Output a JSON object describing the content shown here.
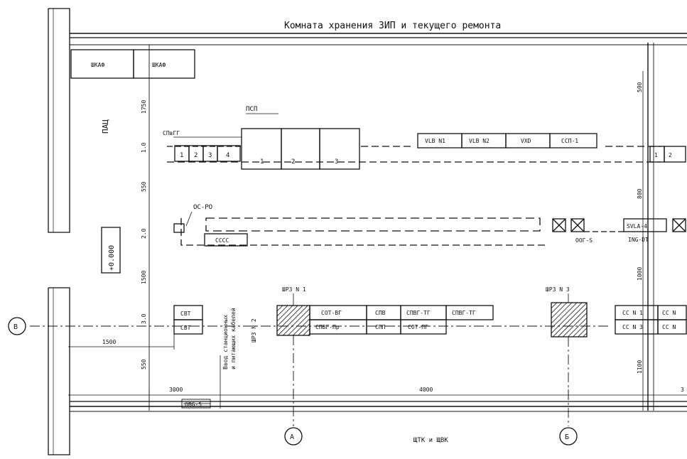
{
  "title": "Комната хранения ЗИП и текущего ремонта",
  "bottom_room": "ЩТК и ЩВК",
  "left_label": "ПАЦ",
  "level_mark": "+0.000",
  "cabinets": [
    "ШКАФ",
    "ШКАФ"
  ],
  "labels": {
    "psp": "ПСП",
    "spvg": "СПвГГ",
    "os_ro": "ОС-РО",
    "osf_s": "ООГ-S",
    "ingdt": "ING-DT",
    "shrz1": "ШРЗ N 1",
    "shrz2": "ШРЗ N 2",
    "shrz3": "ШРЗ N 3",
    "cable_entry_1": "Ввод станционных",
    "cable_entry_2": "и питающих кабелей",
    "ovg": "ОВG-5"
  },
  "row1": {
    "small_boxes": [
      "1",
      "2",
      "3",
      "4"
    ],
    "big_boxes": [
      "1",
      "2",
      "3"
    ],
    "racks": [
      "VLB N1",
      "VLB N2",
      "VXD",
      "ССП-1"
    ],
    "right_boxes": [
      "1",
      "2"
    ]
  },
  "row2": {
    "box": "СССС",
    "right_box": "SVLA-4"
  },
  "row3": {
    "left_boxes": [
      "СВТ",
      "СВТ"
    ],
    "top_boxes": [
      "СОТ-ВГ",
      "СПВ",
      "СПВГ-ТГ",
      "СПВГ-ТГ"
    ],
    "bottom_boxes": [
      "СПВГ-Пр",
      "СПП",
      "СОТ-ПГ"
    ],
    "right_top": [
      "СС N 1",
      "СС N"
    ],
    "right_bottom": [
      "СС N 3",
      "СС N"
    ]
  },
  "dimensions": {
    "v_left": [
      "1750",
      "1.0",
      "550",
      "2.0",
      "1500",
      "3.0",
      "550"
    ],
    "v_right": [
      "500",
      "800",
      "1000",
      "1100"
    ],
    "h_1500": "1500",
    "h_3000": "3000",
    "h_4000": "4000",
    "h_right": "3"
  },
  "axes": [
    "В",
    "А",
    "Б"
  ]
}
